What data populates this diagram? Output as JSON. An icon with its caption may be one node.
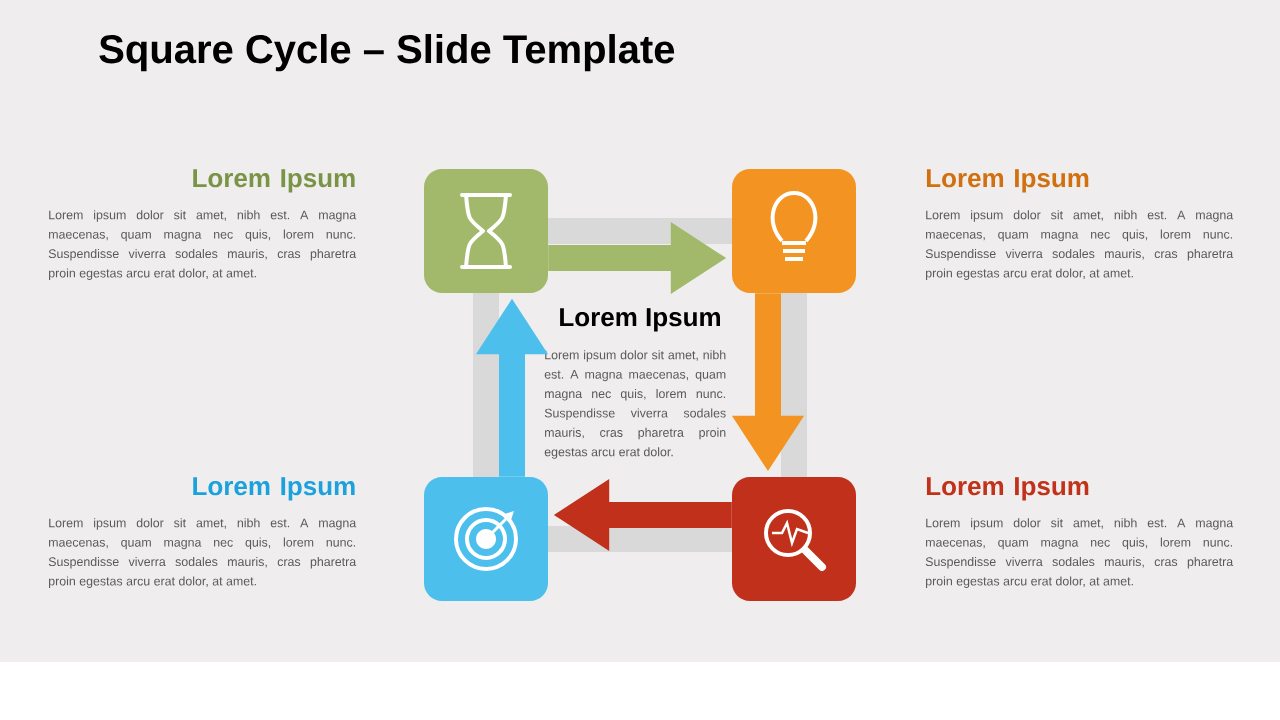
{
  "diagram": {
    "title": "Square Cycle – Slide Template",
    "nodes": [
      {
        "text": [],
        "shape": "box",
        "beside": [
          "Lorem Ipsum",
          "Lorem ipsum dolor sit amet, nibh est. A magna maecenas, quam magna nec quis, lorem nunc. Suspendisse viverra sodales mauris, cras pharetra proin egestas arcu erat dolor, at amet."
        ]
      },
      {
        "text": [],
        "shape": "box",
        "beside": [
          "Lorem Ipsum",
          "Lorem ipsum dolor sit amet, nibh est. A magna maecenas, quam magna nec quis, lorem nunc. Suspendisse viverra sodales mauris, cras pharetra proin egestas arcu erat dolor, at amet."
        ]
      },
      {
        "text": [],
        "shape": "box",
        "beside": [
          "Lorem Ipsum",
          "Lorem ipsum dolor sit amet, nibh est. A magna maecenas, quam magna nec quis, lorem nunc. Suspendisse viverra sodales mauris, cras pharetra proin egestas arcu erat dolor, at amet."
        ]
      },
      {
        "text": [],
        "shape": "box",
        "beside": [
          "Lorem Ipsum",
          "Lorem ipsum dolor sit amet, nibh est. A magna maecenas, quam magna nec quis, lorem nunc. Suspendisse viverra sodales mauris, cras pharetra proin egestas arcu erat dolor, at amet."
        ]
      }
    ],
    "edges": [
      {
        "from": 0,
        "to": 1,
        "arrow": "to",
        "color": "#a2b96b"
      },
      {
        "from": 1,
        "to": 3,
        "arrow": "to",
        "color": "#f39422"
      },
      {
        "from": 3,
        "to": 2,
        "arrow": "to",
        "color": "#c0301a"
      },
      {
        "from": 2,
        "to": 0,
        "arrow": "to",
        "color": "#4dbfed"
      }
    ],
    "labels": [
      "Lorem Ipsum",
      "Lorem ipsum dolor sit amet, nibh est. A magna maecenas, quam magna nec quis, lorem nunc. Suspendisse viverra sodales mauris, cras pharetra proin egestas arcu erat dolor."
    ]
  }
}
